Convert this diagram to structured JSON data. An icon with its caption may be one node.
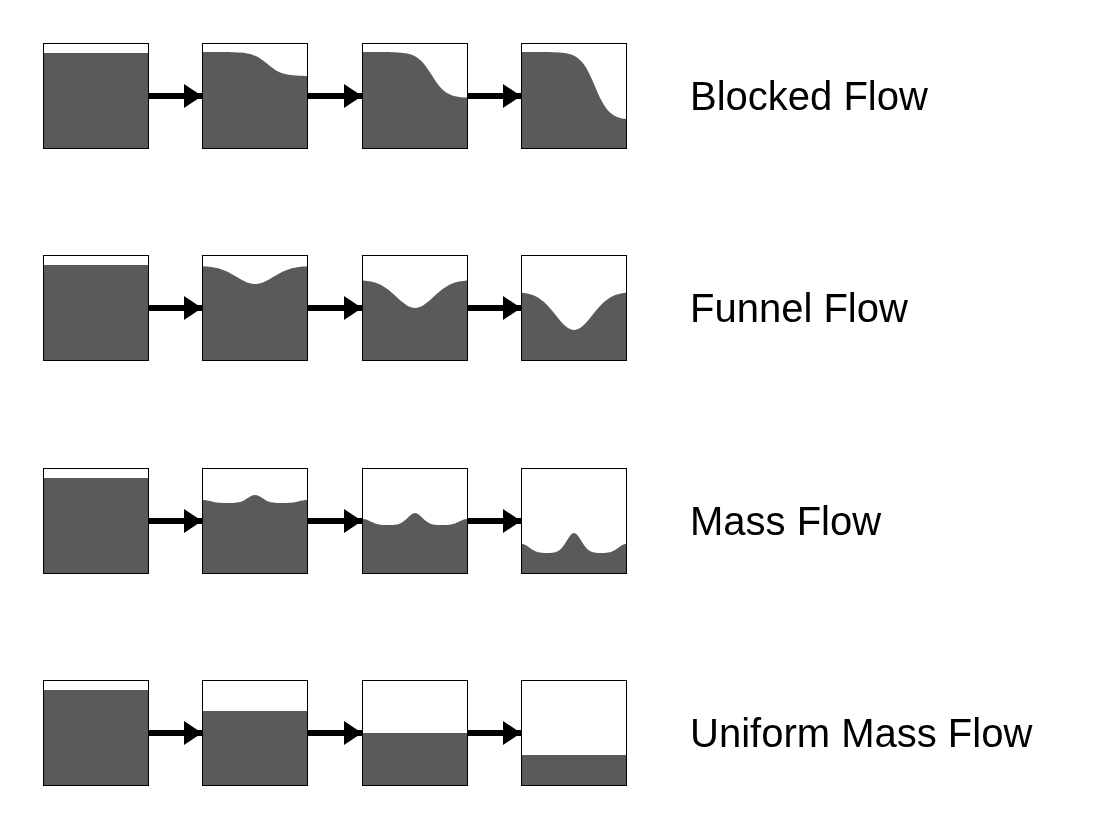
{
  "diagram": {
    "nodes": [
      {
        "text": [],
        "shape": "picture"
      },
      {
        "text": [],
        "shape": "picture"
      },
      {
        "text": [],
        "shape": "picture"
      },
      {
        "text": [],
        "shape": "picture"
      },
      {
        "text": [],
        "shape": "picture"
      },
      {
        "text": [],
        "shape": "picture"
      },
      {
        "text": [],
        "shape": "picture"
      },
      {
        "text": [],
        "shape": "picture"
      },
      {
        "text": [],
        "shape": "picture"
      },
      {
        "text": [],
        "shape": "picture"
      },
      {
        "text": [],
        "shape": "picture"
      },
      {
        "text": [],
        "shape": "picture"
      },
      {
        "text": [],
        "shape": "picture"
      },
      {
        "text": [],
        "shape": "picture"
      },
      {
        "text": [],
        "shape": "picture"
      },
      {
        "text": [],
        "shape": "picture"
      }
    ],
    "edges": [
      {
        "from": 0,
        "to": 1,
        "arrow": "to"
      },
      {
        "from": 1,
        "to": 2,
        "arrow": "to"
      },
      {
        "from": 2,
        "to": 3,
        "arrow": "to"
      },
      {
        "from": 4,
        "to": 5,
        "arrow": "to"
      },
      {
        "from": 5,
        "to": 6,
        "arrow": "to"
      },
      {
        "from": 6,
        "to": 7,
        "arrow": "to"
      },
      {
        "from": 8,
        "to": 9,
        "arrow": "to"
      },
      {
        "from": 9,
        "to": 10,
        "arrow": "to"
      },
      {
        "from": 10,
        "to": 11,
        "arrow": "to"
      },
      {
        "from": 12,
        "to": 13,
        "arrow": "to"
      },
      {
        "from": 13,
        "to": 14,
        "arrow": "to"
      },
      {
        "from": 14,
        "to": 15,
        "arrow": "to"
      }
    ],
    "labels": [
      "Blocked Flow",
      "Funnel Flow",
      "Mass Flow",
      "Uniform Mass Flow"
    ]
  }
}
